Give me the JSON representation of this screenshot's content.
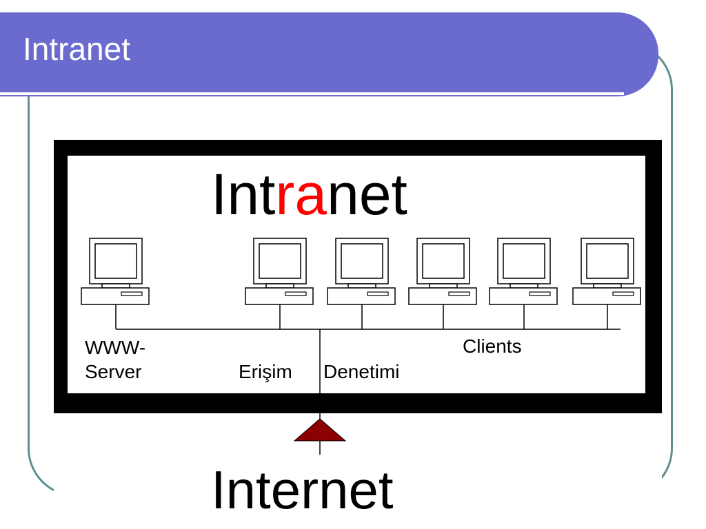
{
  "slide": {
    "title": "Intranet"
  },
  "diagram": {
    "heading_parts": [
      "Int",
      "ra",
      "net"
    ],
    "labels": {
      "www_server_line1": "WWW-",
      "www_server_line2": "Server",
      "erisim": "Erişim",
      "denetimi": "Denetimi",
      "clients": "Clients"
    },
    "internet_label": "Internet",
    "computer_count": 6
  },
  "colors": {
    "title_bar": "#6b6bcf",
    "highlight": "#ff0000",
    "arrow": "#8b0000",
    "frame_border": "#5f8f8f"
  }
}
